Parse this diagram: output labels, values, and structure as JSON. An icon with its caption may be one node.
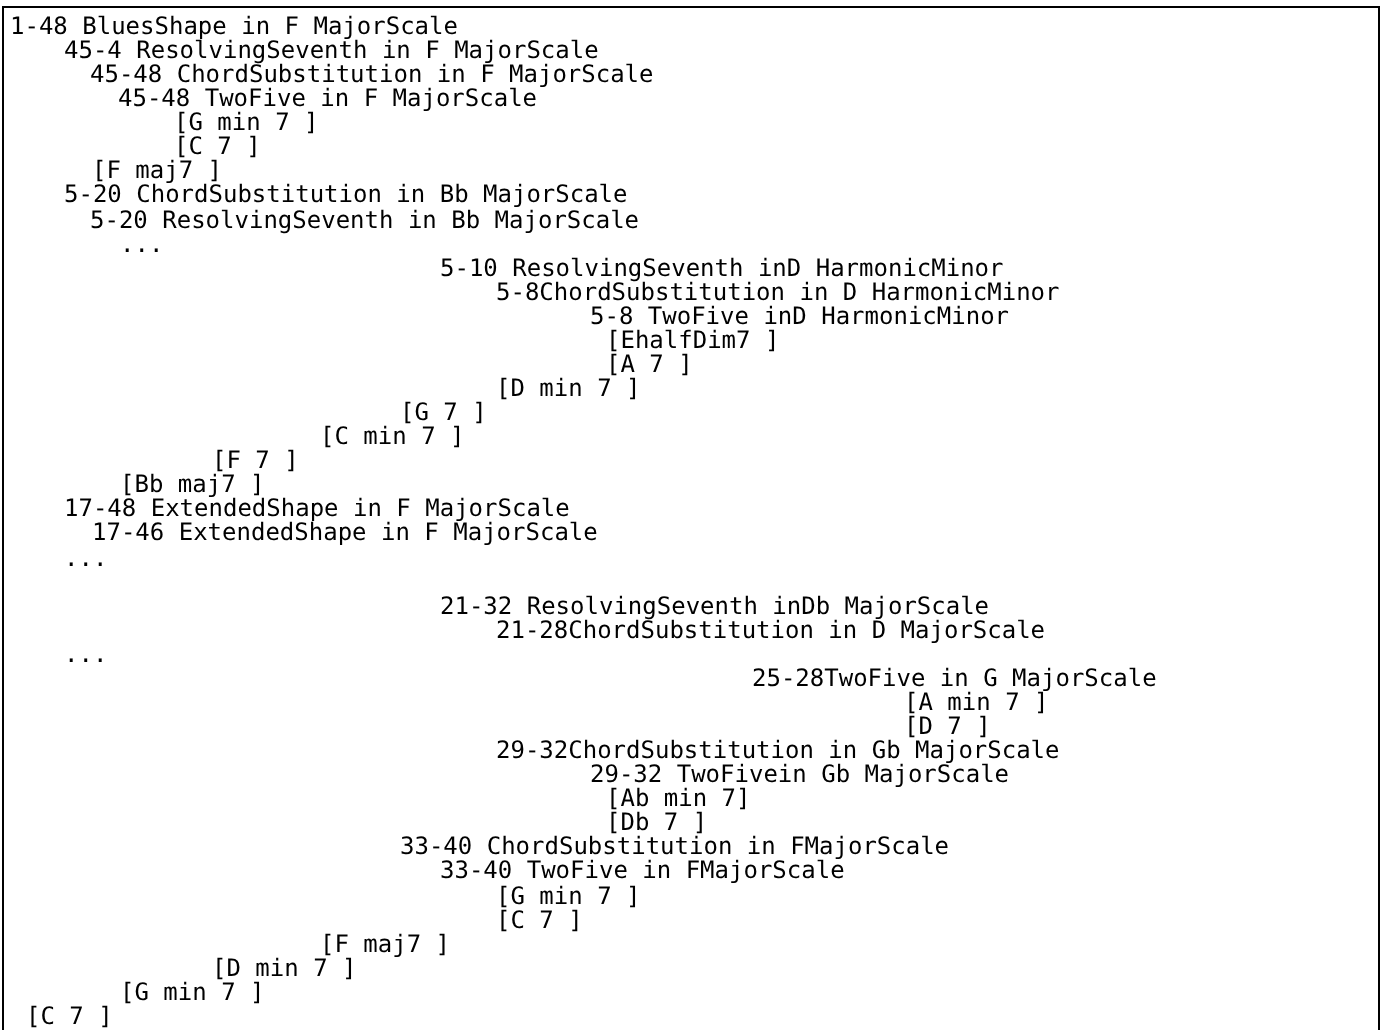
{
  "diagram": {
    "labels": [
      "1-48 BluesShape in F MajorScale",
      "45-4 ResolvingSeventh in F MajorScale",
      "45-48 ChordSubstitution in F MajorScale",
      "45-48 TwoFive in F MajorScale",
      "[G min 7 ]",
      "[C 7 ]",
      "[F maj7 ]",
      "5-20 ChordSubstitution in Bb MajorScale",
      "5-20 ResolvingSeventh in Bb MajorScale",
      "...",
      "5-10 ResolvingSeventh inD HarmonicMinor",
      "5-8ChordSubstitution in D HarmonicMinor",
      "5-8 TwoFive inD HarmonicMinor",
      "[EhalfDim7 ]",
      "[A 7 ]",
      "[D min 7 ]",
      "[G 7 ]",
      "[C min 7 ]",
      "[F 7 ]",
      "[Bb maj7 ]",
      "17-48 ExtendedShape in F MajorScale",
      "17-46 ExtendedShape in F MajorScale",
      "...",
      "21-32 ResolvingSeventh inDb MajorScale",
      "21-28ChordSubstitution in D MajorScale",
      "...",
      "25-28TwoFive in G MajorScale",
      "[A min 7 ]",
      "[D 7 ]",
      "29-32ChordSubstitution in Gb MajorScale",
      "29-32 TwoFivein Gb MajorScale",
      "[Ab min 7]",
      "[Db 7 ]",
      "33-40 ChordSubstitution in FMajorScale",
      "33-40 TwoFive in FMajorScale",
      "[G min 7 ]",
      "[C 7 ]",
      "[F maj7 ]",
      "[D min 7 ]",
      "[G min 7 ]",
      "[C 7 ]"
    ]
  }
}
